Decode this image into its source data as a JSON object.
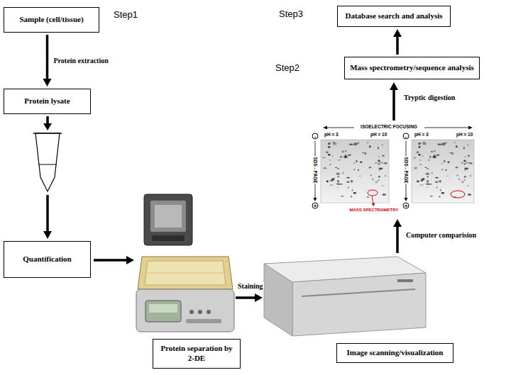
{
  "diagram": {
    "nodes": [
      {
        "text": [
          "Sample (cell/tissue)"
        ]
      },
      {
        "text": [
          "Protein lysate"
        ]
      },
      {
        "text": [
          "Quantification"
        ]
      },
      {
        "text": [
          "Protein separation by 2-DE"
        ]
      },
      {
        "text": [
          "Image scanning/visualization"
        ]
      },
      {
        "text": [
          "Mass spectrometry/sequence analysis"
        ]
      },
      {
        "text": [
          "Database search and analysis"
        ]
      }
    ],
    "edges": [
      {
        "from": 0,
        "to": 1,
        "label": "Protein extraction",
        "arrow": "to"
      },
      {
        "from": 5,
        "to": 6,
        "arrow": "to"
      }
    ],
    "labels": [
      "Step1",
      "Step3",
      "Step2",
      "Tryptic digestion",
      "ISOELECTRIC FOCUSING",
      "-",
      "pH = 3",
      "pH = 10",
      "-",
      "pH = 3",
      "pH = 10",
      "SDS - PAGE",
      "SDS - PAGE",
      "+",
      "+",
      "MASS SPECTROMETRY",
      "Computer comparision",
      "Staining"
    ]
  }
}
